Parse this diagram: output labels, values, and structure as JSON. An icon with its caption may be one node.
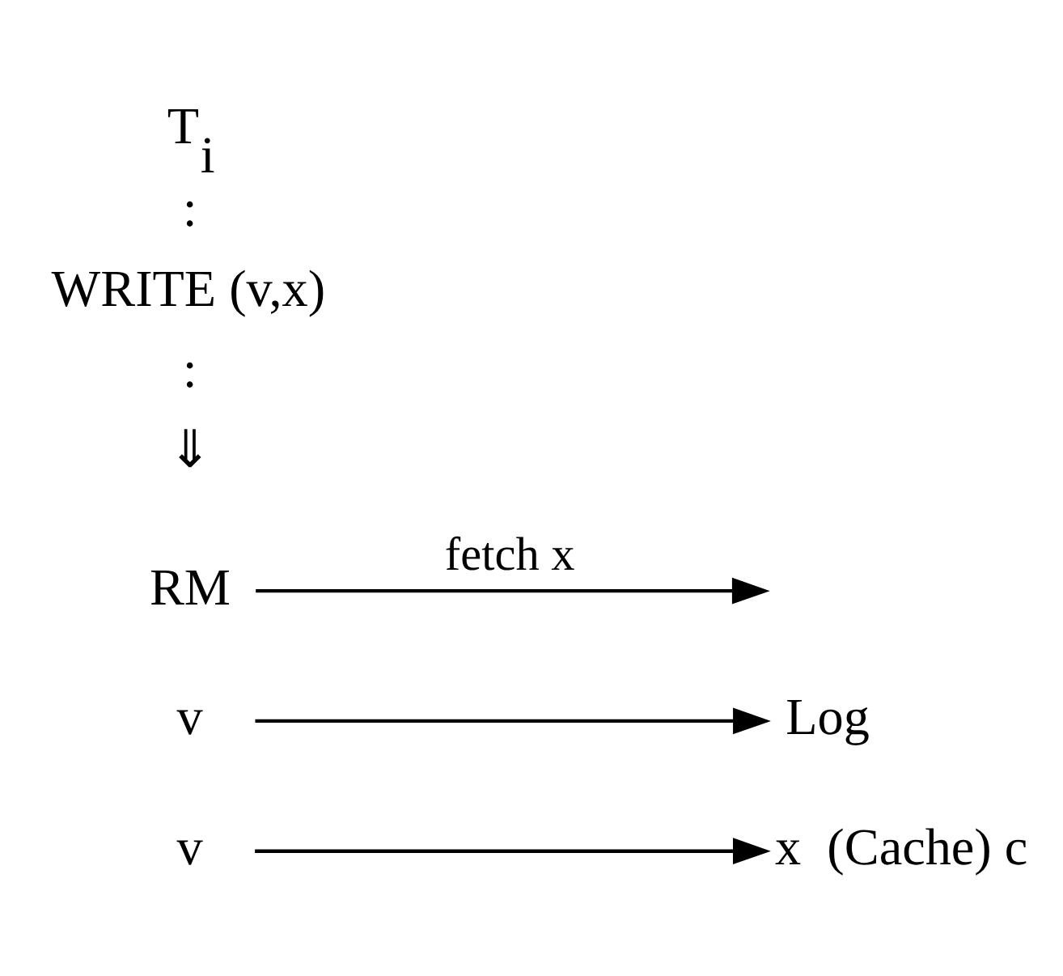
{
  "diagram": {
    "nodes": [
      {
        "text": [
          "RM"
        ]
      },
      {
        "text": [
          "v"
        ]
      },
      {
        "text": [
          "Log"
        ]
      },
      {
        "text": [
          "v"
        ]
      },
      {
        "text": [
          "x  (Cache) c"
        ]
      }
    ],
    "edges": [
      {
        "from": 0,
        "to": null,
        "arrow": "to",
        "label": "fetch x"
      },
      {
        "from": 1,
        "to": 2,
        "arrow": "to"
      },
      {
        "from": 3,
        "to": 4,
        "arrow": "to"
      }
    ],
    "labels": [
      "T$_{i}$",
      ":",
      "WRITE (v,x)",
      ":",
      "⇓"
    ]
  }
}
